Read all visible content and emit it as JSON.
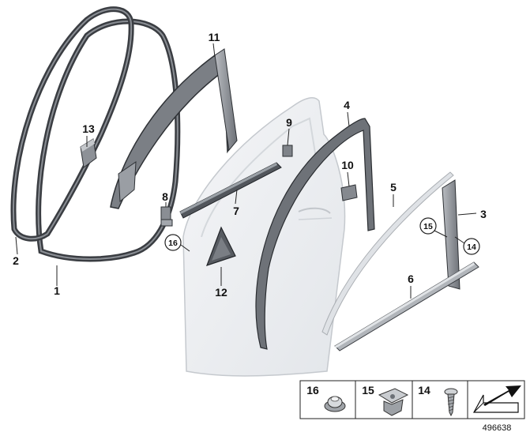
{
  "callouts": {
    "c1": "1",
    "c2": "2",
    "c3": "3",
    "c4": "4",
    "c5": "5",
    "c6": "6",
    "c7": "7",
    "c8": "8",
    "c9": "9",
    "c10": "10",
    "c11": "11",
    "c12": "12",
    "c13": "13",
    "c14": "14",
    "c15": "15",
    "c16": "16"
  },
  "legend": {
    "item16": "16",
    "item15": "15",
    "item14": "14"
  },
  "diagram_id": "496638"
}
